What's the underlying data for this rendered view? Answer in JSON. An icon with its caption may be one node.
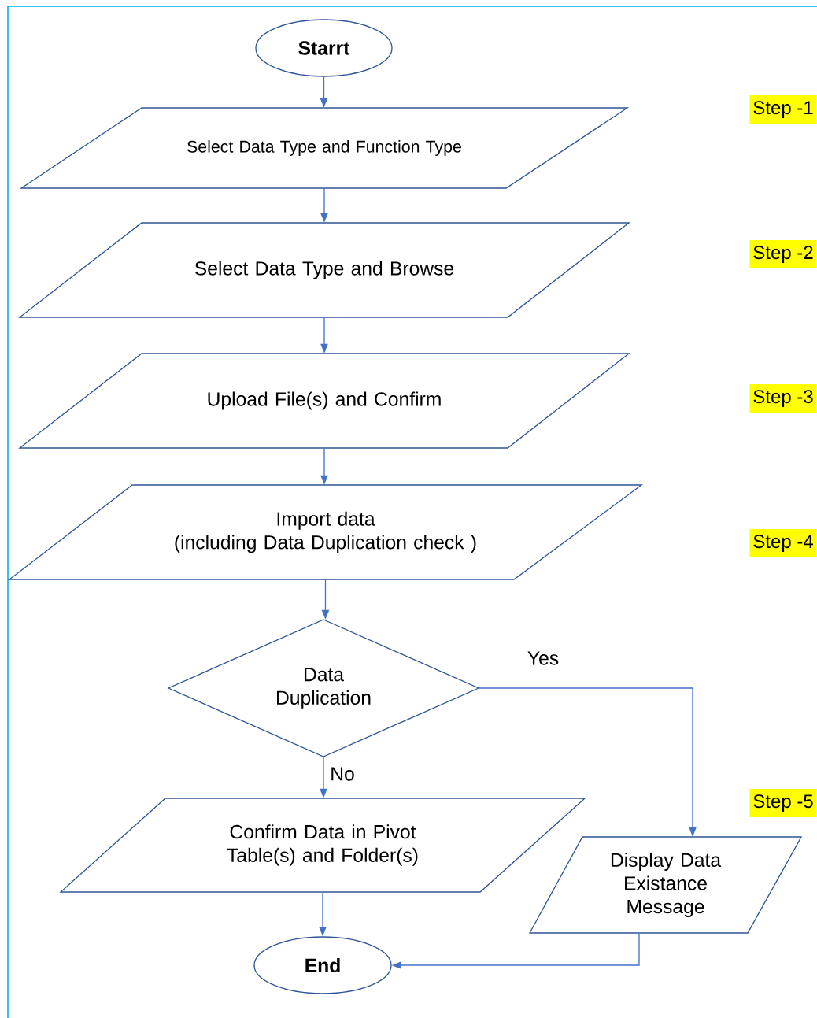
{
  "diagram": {
    "nodes": [
      {
        "text": [
          "Starrt"
        ]
      },
      {
        "text": [
          "Select Data Type and Function Type"
        ]
      },
      {
        "text": [
          "Select Data Type and Browse"
        ]
      },
      {
        "text": [
          "Upload File(s) and Confirm"
        ]
      },
      {
        "text": [
          "Import data",
          "(including Data Duplication check )"
        ]
      },
      {
        "text": [
          "Data Duplication"
        ]
      },
      {
        "text": [
          "Confirm Data in Pivot Table(s) and Folder(s)"
        ]
      },
      {
        "text": [
          "Display Data Existance Message"
        ]
      },
      {
        "text": [
          "End"
        ]
      }
    ],
    "edges": [
      {
        "from": 0,
        "to": 1,
        "arrow": "to"
      },
      {
        "from": 1,
        "to": 2,
        "arrow": "to"
      },
      {
        "from": 2,
        "to": 3,
        "arrow": "to"
      },
      {
        "from": 3,
        "to": 4,
        "arrow": "to"
      },
      {
        "from": 4,
        "to": 5,
        "arrow": "to"
      },
      {
        "from": 5,
        "to": 6,
        "arrow": "to",
        "label": "No"
      },
      {
        "from": 5,
        "to": 7,
        "arrow": "to",
        "label": "Yes"
      },
      {
        "from": 6,
        "to": 8,
        "arrow": "to"
      },
      {
        "from": 7,
        "to": 8,
        "arrow": "to"
      }
    ],
    "labels": [
      "Step -1",
      "Step -2",
      "Step -3",
      "Step -4",
      "Step -5"
    ]
  }
}
